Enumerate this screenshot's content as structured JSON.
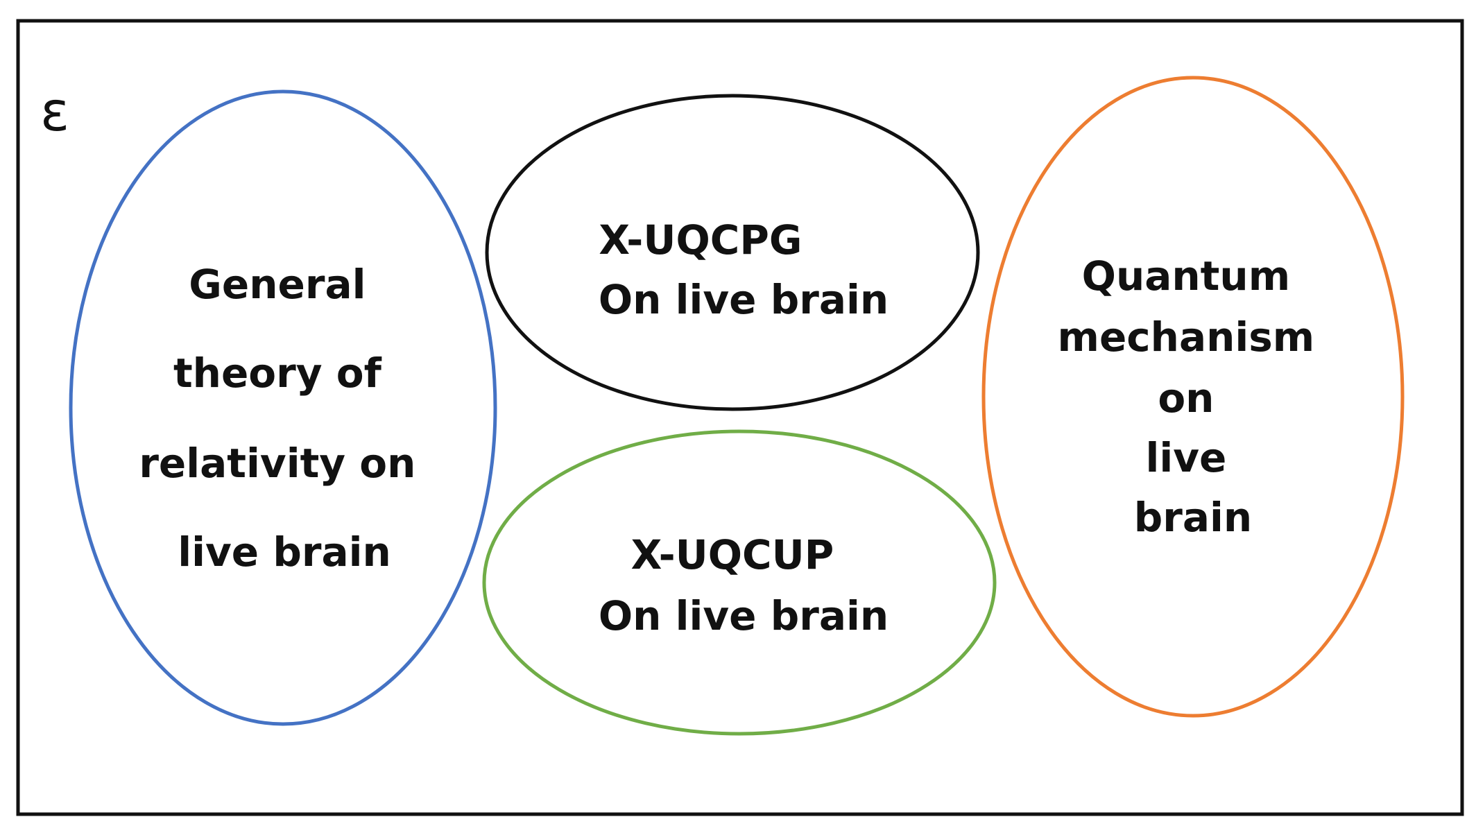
{
  "universe": {
    "symbol": "ɛ",
    "border_color": "#111111"
  },
  "sets": [
    {
      "id": "relativity",
      "lines": [
        "General",
        "theory of",
        "relativity on",
        "live brain"
      ],
      "color": "#4472c4"
    },
    {
      "id": "uqcpg",
      "lines": [
        "X-UQCPG",
        "On live brain"
      ],
      "color": "#111111"
    },
    {
      "id": "uqcup",
      "lines": [
        "X-UQCUP",
        "On live brain"
      ],
      "color": "#70ad47"
    },
    {
      "id": "quantum",
      "lines": [
        "Quantum",
        "mechanism",
        "on",
        "live",
        "brain"
      ],
      "color": "#ed7d31"
    }
  ]
}
